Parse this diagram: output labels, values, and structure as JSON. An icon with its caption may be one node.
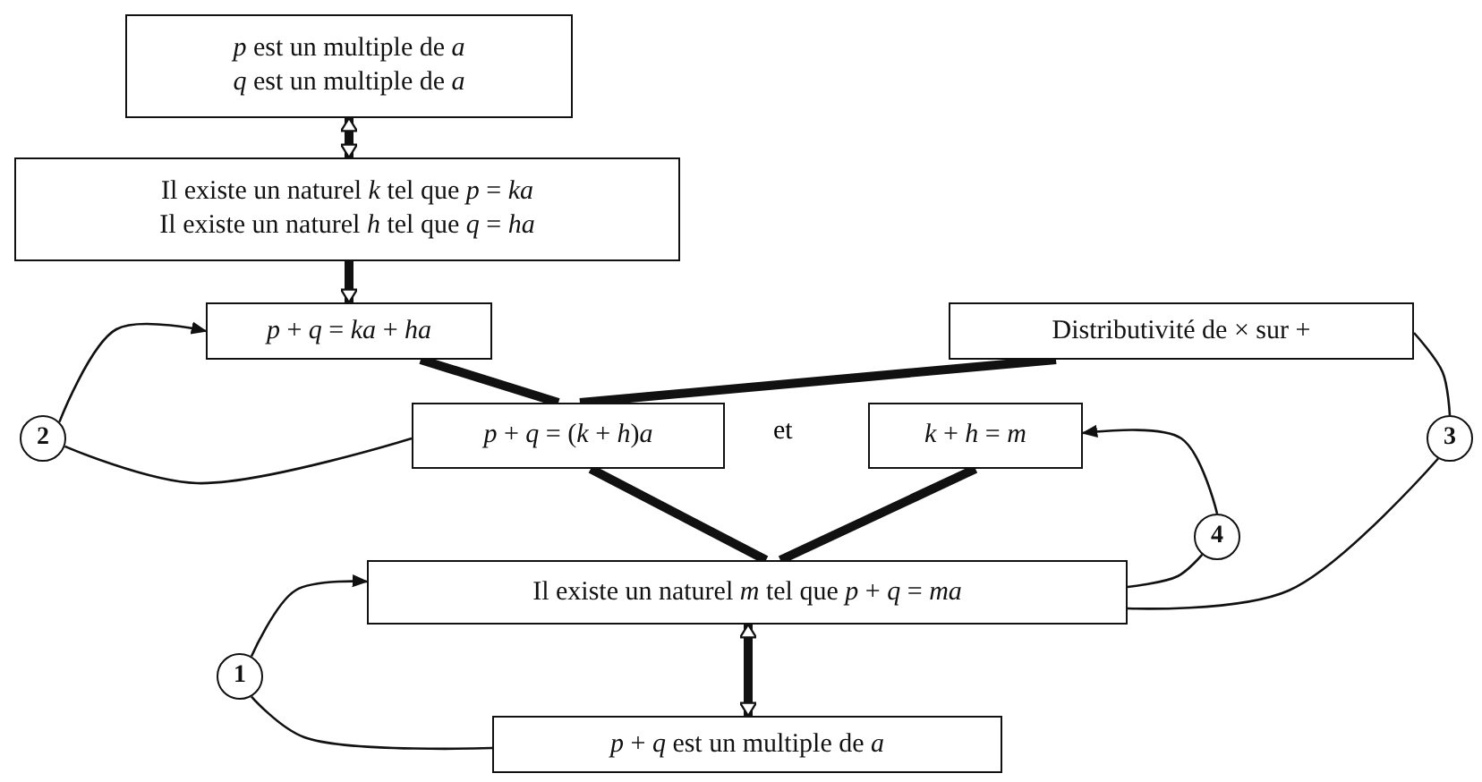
{
  "diagram": {
    "nodes": [
      {
        "text": [
          "*p* est un multiple de *a*",
          "*q* est un multiple de *a*"
        ]
      },
      {
        "text": [
          "Il existe un naturel *k* tel que *p* = *ka*",
          "Il existe un naturel *h* tel que *q* = *ha*"
        ]
      },
      {
        "text": [
          "*p* + *q* = *ka* + *ha*"
        ]
      },
      {
        "text": [
          "Distributivité de × sur +"
        ]
      },
      {
        "text": [
          "*p* + *q* = (*k* + *h*)*a*"
        ]
      },
      {
        "text": [
          "*k* + *h* = *m*"
        ]
      },
      {
        "text": [
          "Il existe un naturel *m* tel que *p* + *q* = *ma*"
        ]
      },
      {
        "text": [
          "*p* + *q* est un multiple de *a*"
        ]
      },
      {
        "text": [
          "2"
        ]
      },
      {
        "text": [
          "3"
        ]
      },
      {
        "text": [
          "4"
        ]
      },
      {
        "text": [
          "1"
        ]
      }
    ],
    "edges": [
      {
        "from": 0,
        "to": 1,
        "arrow": "both",
        "style": "thick"
      },
      {
        "from": 1,
        "to": 2,
        "arrow": "to",
        "style": "thick"
      },
      {
        "from": 2,
        "to": 4,
        "arrow": "none",
        "style": "thick"
      },
      {
        "from": 3,
        "to": 4,
        "arrow": "none",
        "style": "thick"
      },
      {
        "from": 4,
        "to": 6,
        "arrow": "none",
        "style": "thick"
      },
      {
        "from": 5,
        "to": 6,
        "arrow": "none",
        "style": "thick"
      },
      {
        "from": 6,
        "to": 7,
        "arrow": "both",
        "style": "thick"
      },
      {
        "from": 4,
        "to": 8,
        "arrow": "none"
      },
      {
        "from": 8,
        "to": 2,
        "arrow": "to"
      },
      {
        "from": 3,
        "to": 9,
        "arrow": "none"
      },
      {
        "from": 9,
        "to": 6,
        "arrow": "none"
      },
      {
        "from": 6,
        "to": 10,
        "arrow": "none"
      },
      {
        "from": 10,
        "to": 5,
        "arrow": "to"
      },
      {
        "from": 7,
        "to": 11,
        "arrow": "none"
      },
      {
        "from": 11,
        "to": 6,
        "arrow": "to"
      }
    ],
    "labels": [
      "et"
    ]
  }
}
